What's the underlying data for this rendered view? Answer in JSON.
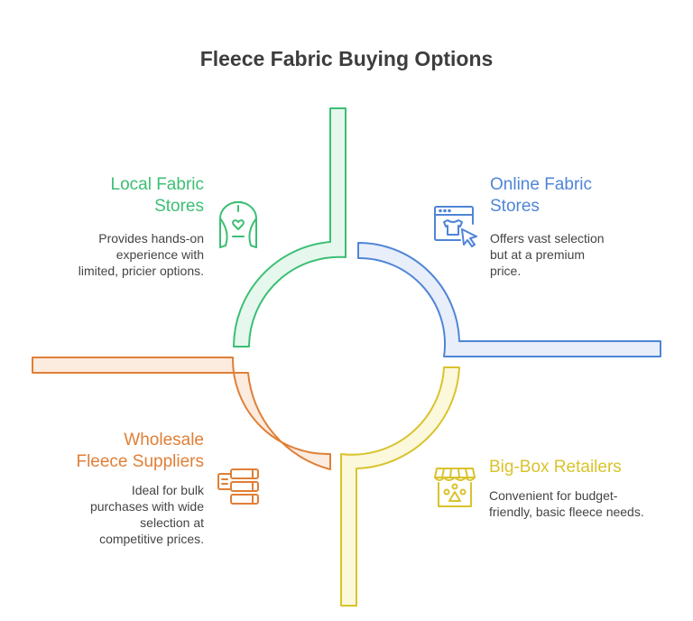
{
  "title": "Fleece Fabric Buying Options",
  "colors": {
    "green": "#3cbf74",
    "blue": "#4f85d7",
    "orange": "#e07f36",
    "yellow": "#d9c32c"
  },
  "quadrants": [
    {
      "id": "local",
      "heading_lines": [
        "Local Fabric",
        "Stores"
      ],
      "description_lines": [
        "Provides hands-on",
        "experience with",
        "limited, pricier options."
      ],
      "icon": "curtain-heart-icon",
      "color": "#3cbf74"
    },
    {
      "id": "online",
      "heading_lines": [
        "Online Fabric",
        "Stores"
      ],
      "description_lines": [
        "Offers vast selection",
        "but at a premium",
        "price."
      ],
      "icon": "browser-shirt-cursor-icon",
      "color": "#4f85d7"
    },
    {
      "id": "wholesale",
      "heading_lines": [
        "Wholesale",
        "Fleece Suppliers"
      ],
      "description_lines": [
        "Ideal for bulk",
        "purchases with wide",
        "selection at",
        "competitive prices."
      ],
      "icon": "fabric-stack-icon",
      "color": "#e07f36"
    },
    {
      "id": "bigbox",
      "heading_lines": [
        "Big-Box Retailers"
      ],
      "description_lines": [
        "Convenient for budget-",
        "friendly, basic fleece needs."
      ],
      "icon": "storefront-icon",
      "color": "#d9c32c"
    }
  ]
}
